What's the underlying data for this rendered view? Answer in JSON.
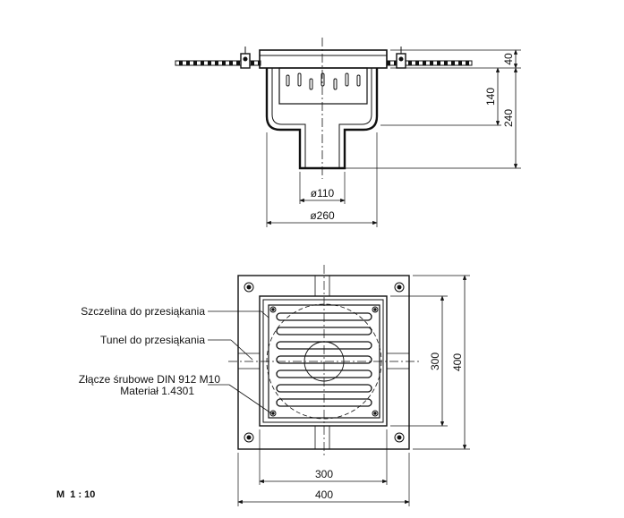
{
  "side_view": {
    "dims": {
      "flange_height": "40",
      "body_depth": "140",
      "total_depth": "240",
      "outlet_diameter": "ø110",
      "body_diameter": "ø260"
    }
  },
  "top_view": {
    "labels": {
      "slot": "Szczelina do przesiąkania",
      "tunnel": "Tunel do przesiąkania",
      "screw": "Złącze śrubowe DIN 912 M10",
      "material": "Materiał 1.4301"
    },
    "dims": {
      "grate_height": "300",
      "frame_height": "400",
      "grate_width": "300",
      "frame_width": "400"
    }
  },
  "scale": "M  1 : 10"
}
